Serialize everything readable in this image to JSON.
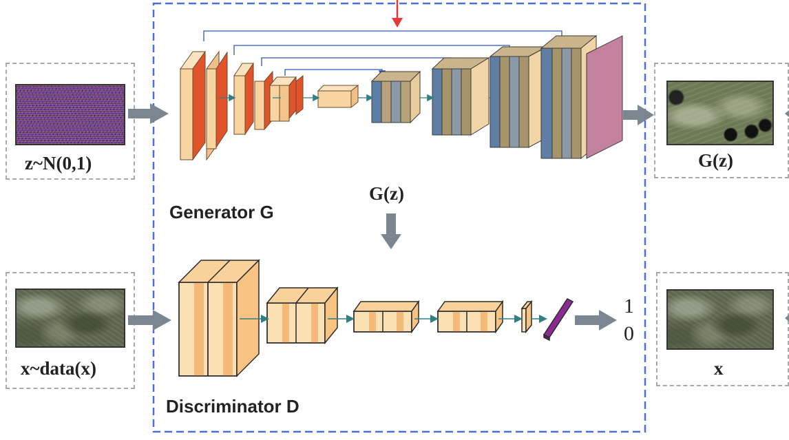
{
  "inputs": {
    "noise_label": "z~N(0,1)",
    "data_label": "x~data(x)"
  },
  "outputs": {
    "generated_label": "G(z)",
    "real_label": "x"
  },
  "generator": {
    "title": "Generator G",
    "output_label": "G(z)"
  },
  "discriminator": {
    "title": "Discriminator D",
    "output_one": "1",
    "output_zero": "0"
  },
  "colors": {
    "frame_dashed": "#4a6fd6",
    "arrow_gray": "#7a8690",
    "red_arrow": "#e53a3a",
    "encoder_block": "#e1532a",
    "decoder_block": "#5e7fa3",
    "sigmoid_block": "#c5829e",
    "disc_block": "#f7c98b",
    "output_bar": "#8a2b8f"
  }
}
